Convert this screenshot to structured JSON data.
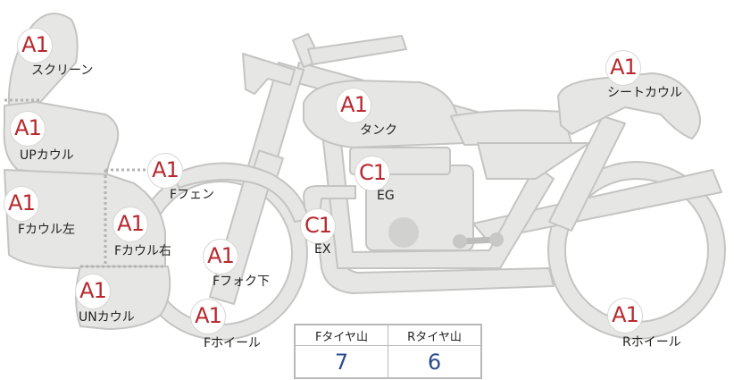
{
  "colors": {
    "part_fill": "#e6e6e4",
    "part_stroke": "#c4c4c2",
    "grade_text": "#b8282e",
    "tread_value": "#2b4b8c"
  },
  "parts": [
    {
      "id": "screen",
      "grade": "A1",
      "label": "スクリーン"
    },
    {
      "id": "upper-cowl",
      "grade": "A1",
      "label": "UPカウル"
    },
    {
      "id": "cowl-left",
      "grade": "A1",
      "label": "Fカウル左"
    },
    {
      "id": "cowl-right",
      "grade": "A1",
      "label": "Fカウル右"
    },
    {
      "id": "under-cowl",
      "grade": "A1",
      "label": "UNカウル"
    },
    {
      "id": "front-fender",
      "grade": "A1",
      "label": "Fフェン"
    },
    {
      "id": "front-fork-lower",
      "grade": "A1",
      "label": "Fフォク下"
    },
    {
      "id": "front-wheel",
      "grade": "A1",
      "label": "Fホイール"
    },
    {
      "id": "tank",
      "grade": "A1",
      "label": "タンク"
    },
    {
      "id": "engine",
      "grade": "C1",
      "label": "EG"
    },
    {
      "id": "exhaust",
      "grade": "C1",
      "label": "EX"
    },
    {
      "id": "seat-cowl",
      "grade": "A1",
      "label": "シートカウル"
    },
    {
      "id": "rear-wheel",
      "grade": "A1",
      "label": "Rホイール"
    }
  ],
  "tread": {
    "front_label": "Fタイヤ山",
    "rear_label": "Rタイヤ山",
    "front_value": "7",
    "rear_value": "6"
  }
}
